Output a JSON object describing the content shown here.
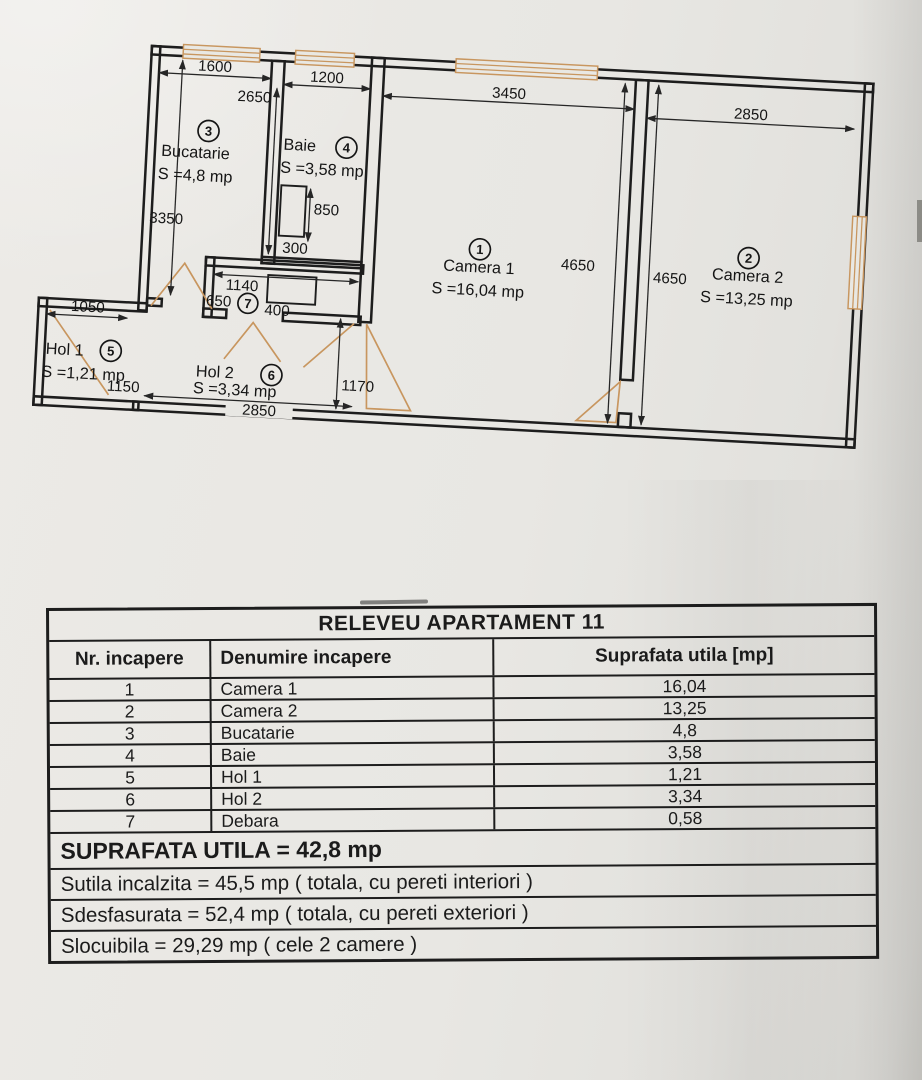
{
  "plan": {
    "rooms": {
      "camera1": {
        "number": "1",
        "name": "Camera 1",
        "area": "S =16,04 mp"
      },
      "camera2": {
        "number": "2",
        "name": "Camera 2",
        "area": "S =13,25 mp"
      },
      "bucatarie": {
        "number": "3",
        "name": "Bucatarie",
        "area": "S =4,8 mp"
      },
      "baie": {
        "number": "4",
        "name": "Baie",
        "area": "S =3,58 mp"
      },
      "hol1": {
        "number": "5",
        "name": "Hol 1",
        "area": "S =1,21 mp"
      },
      "hol2": {
        "number": "6",
        "name": "Hol 2",
        "area": "S =3,34 mp"
      },
      "debara": {
        "number": "7"
      }
    },
    "dims": {
      "w1600": "1600",
      "h2650": "2650",
      "w1200": "1200",
      "w3450": "3450",
      "w2850": "2850",
      "h3350": "3350",
      "h4650a": "4650",
      "h4650b": "4650",
      "w1050": "1050",
      "h1150": "1150",
      "w2850hol": "2850",
      "d1170": "1170",
      "w1140": "1140",
      "h650": "650",
      "w400": "400",
      "h850": "850",
      "w300": "300"
    }
  },
  "table": {
    "title": "RELEVEU APARTAMENT 11",
    "headers": {
      "col1": "Nr. incapere",
      "col2": "Denumire incapere",
      "col3": "Suprafata utila [mp]"
    },
    "rows": [
      {
        "nr": "1",
        "name": "Camera 1",
        "area": "16,04"
      },
      {
        "nr": "2",
        "name": "Camera 2",
        "area": "13,25"
      },
      {
        "nr": "3",
        "name": "Bucatarie",
        "area": "4,8"
      },
      {
        "nr": "4",
        "name": "Baie",
        "area": "3,58"
      },
      {
        "nr": "5",
        "name": "Hol 1",
        "area": "1,21"
      },
      {
        "nr": "6",
        "name": "Hol 2",
        "area": "3,34"
      },
      {
        "nr": "7",
        "name": "Debara",
        "area": "0,58"
      }
    ],
    "summary": [
      "SUPRAFATA UTILA = 42,8 mp",
      "Sutila incalzita = 45,5 mp ( totala, cu pereti interiori )",
      "Sdesfasurata = 52,4 mp ( totala, cu pereti exteriori )",
      "Slocuibila = 29,29 mp ( cele 2 camere )"
    ]
  }
}
